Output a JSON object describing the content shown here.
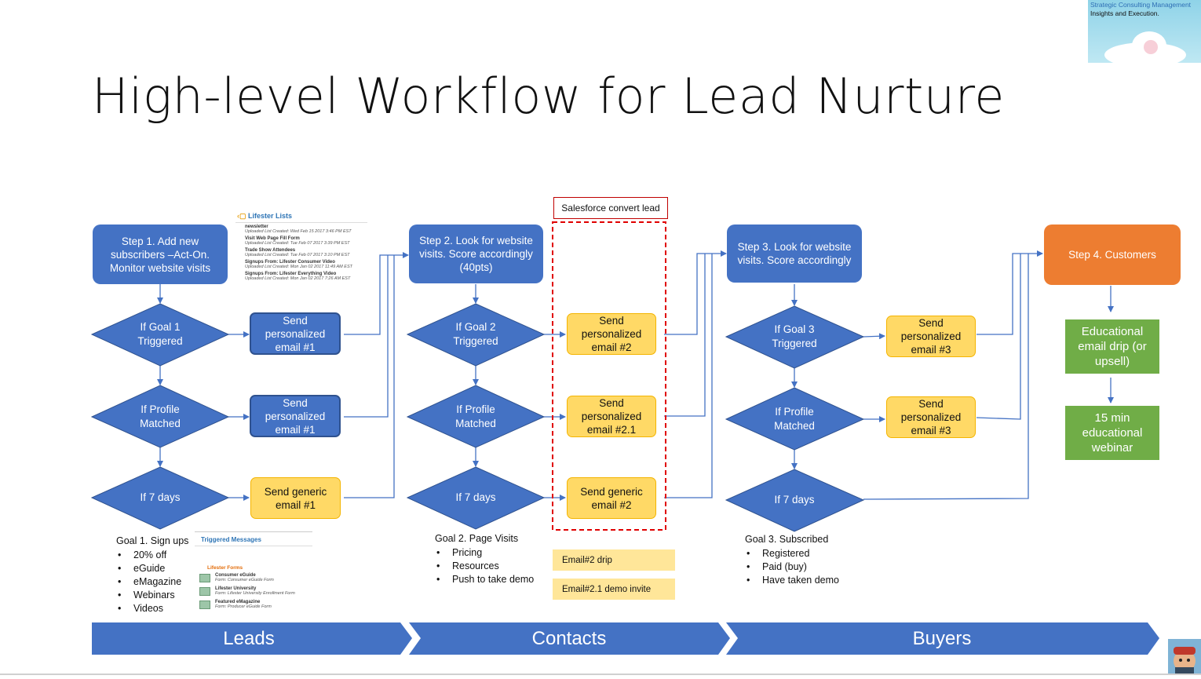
{
  "title": "High-level Workflow for Lead Nurture",
  "logo": {
    "line1": "Strategic Consulting Management",
    "line2": "Insights and Execution."
  },
  "salesforce_label": "Salesforce convert lead",
  "columns": [
    {
      "step": "Step 1. Add new subscribers –Act-On. Monitor website visits",
      "diamonds": [
        "If Goal 1 Triggered",
        "If Profile Matched",
        "If 7 days"
      ],
      "emails": [
        "Send personalized email #1",
        "Send personalized email #1",
        "Send generic email #1"
      ],
      "goal_title": "Goal 1. Sign ups",
      "goal_items": [
        "20% off",
        "eGuide",
        "eMagazine",
        "Webinars",
        "Videos"
      ]
    },
    {
      "step": "Step 2. Look for website visits. Score accordingly (40pts)",
      "diamonds": [
        "If Goal 2 Triggered",
        "If Profile Matched",
        "If 7 days"
      ],
      "emails": [
        "Send personalized email #2",
        "Send personalized email #2.1",
        "Send generic email #2"
      ],
      "goal_title": "Goal 2. Page Visits",
      "goal_items": [
        "Pricing",
        "Resources",
        "Push to take demo"
      ]
    },
    {
      "step": "Step 3. Look for website visits. Score accordingly",
      "diamonds": [
        "If Goal 3 Triggered",
        "If Profile Matched",
        "If 7 days"
      ],
      "emails": [
        "Send personalized email #3",
        "Send personalized email #3"
      ],
      "goal_title": "Goal 3. Subscribed",
      "goal_items": [
        "Registered",
        "Paid (buy)",
        "Have taken demo"
      ]
    }
  ],
  "step4": "Step 4. Customers",
  "green_boxes": [
    "Educational email drip (or upsell)",
    "15 min educational webinar"
  ],
  "notes": [
    "Email#2 drip",
    "Email#2.1 demo invite"
  ],
  "stages": [
    "Leads",
    "Contacts",
    "Buyers"
  ],
  "lifester_lists": {
    "title": "Lifester Lists",
    "items": [
      {
        "name": "newsletter",
        "sub": "Uploaded List Created: Wed Feb 15 2017 3:46 PM EST"
      },
      {
        "name": "Visit Web Page Fill Form",
        "sub": "Uploaded List Created: Tue Feb 07 2017 3:39 PM EST"
      },
      {
        "name": "Trade Show Attendees",
        "sub": "Uploaded List Created: Tue Feb 07 2017 3:10 PM EST"
      },
      {
        "name": "Signups From: Lifester Consumer Video",
        "sub": "Uploaded List Created: Mon Jan 02 2017 11:49 AM EST"
      },
      {
        "name": "Signups From: Lifester Everything Video",
        "sub": "Uploaded List Created: Mon Jan 02 2017 7:26 AM EST"
      }
    ]
  },
  "triggered": {
    "title": "Triggered Messages",
    "forms_title": "Lifester Forms",
    "items": [
      {
        "name": "Consumer eGuide",
        "sub": "Form: Consumer eGuide Form"
      },
      {
        "name": "Lifester University",
        "sub": "Form: Lifester University Enrollment Form"
      },
      {
        "name": "Featured eMagazine",
        "sub": "Form: Producer eGuide Form"
      }
    ]
  },
  "colors": {
    "blue": "#4472c4",
    "yellow": "#ffd966",
    "orange": "#ed7d31",
    "green": "#70ad47",
    "red": "#c00000"
  }
}
